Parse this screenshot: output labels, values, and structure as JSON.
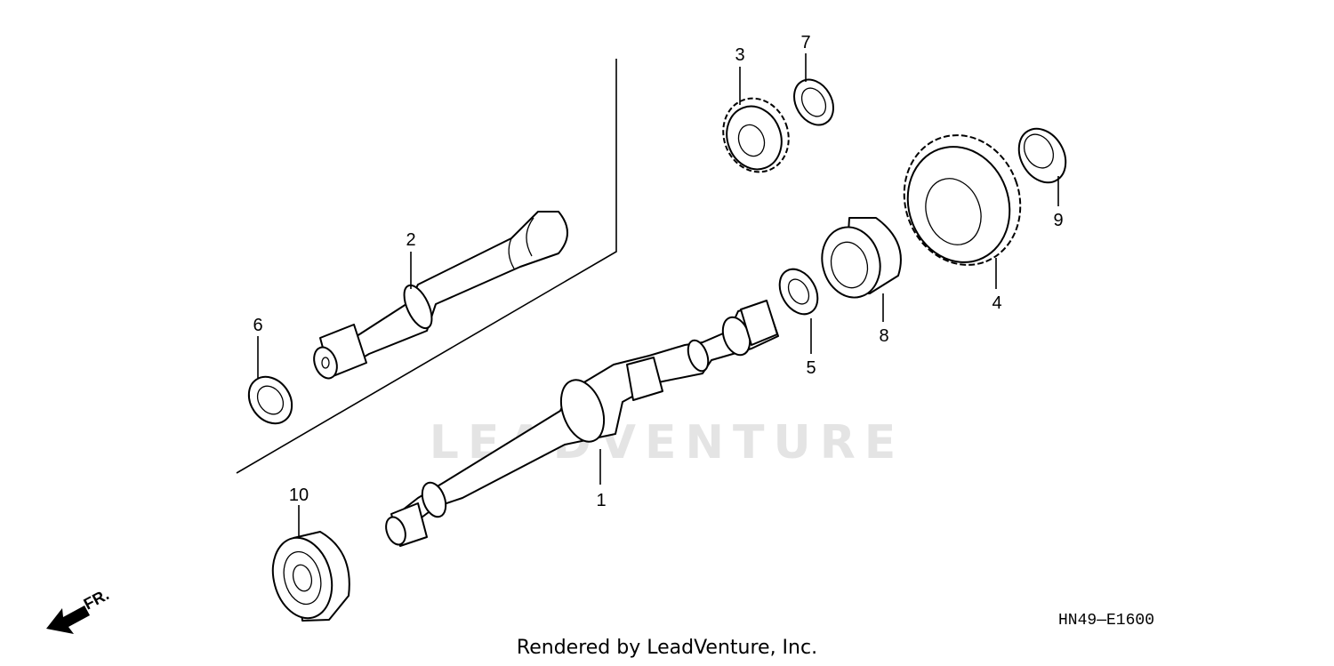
{
  "diagram": {
    "code": "HN49—E1600",
    "credit": "Rendered by LeadVenture, Inc.",
    "watermark": "LEADVENTURE",
    "direction_label": "FR.",
    "callouts": [
      "1",
      "2",
      "3",
      "4",
      "5",
      "6",
      "7",
      "8",
      "9",
      "10"
    ]
  },
  "colors": {
    "ink": "#000000",
    "watermark": "#cfcfcf"
  }
}
